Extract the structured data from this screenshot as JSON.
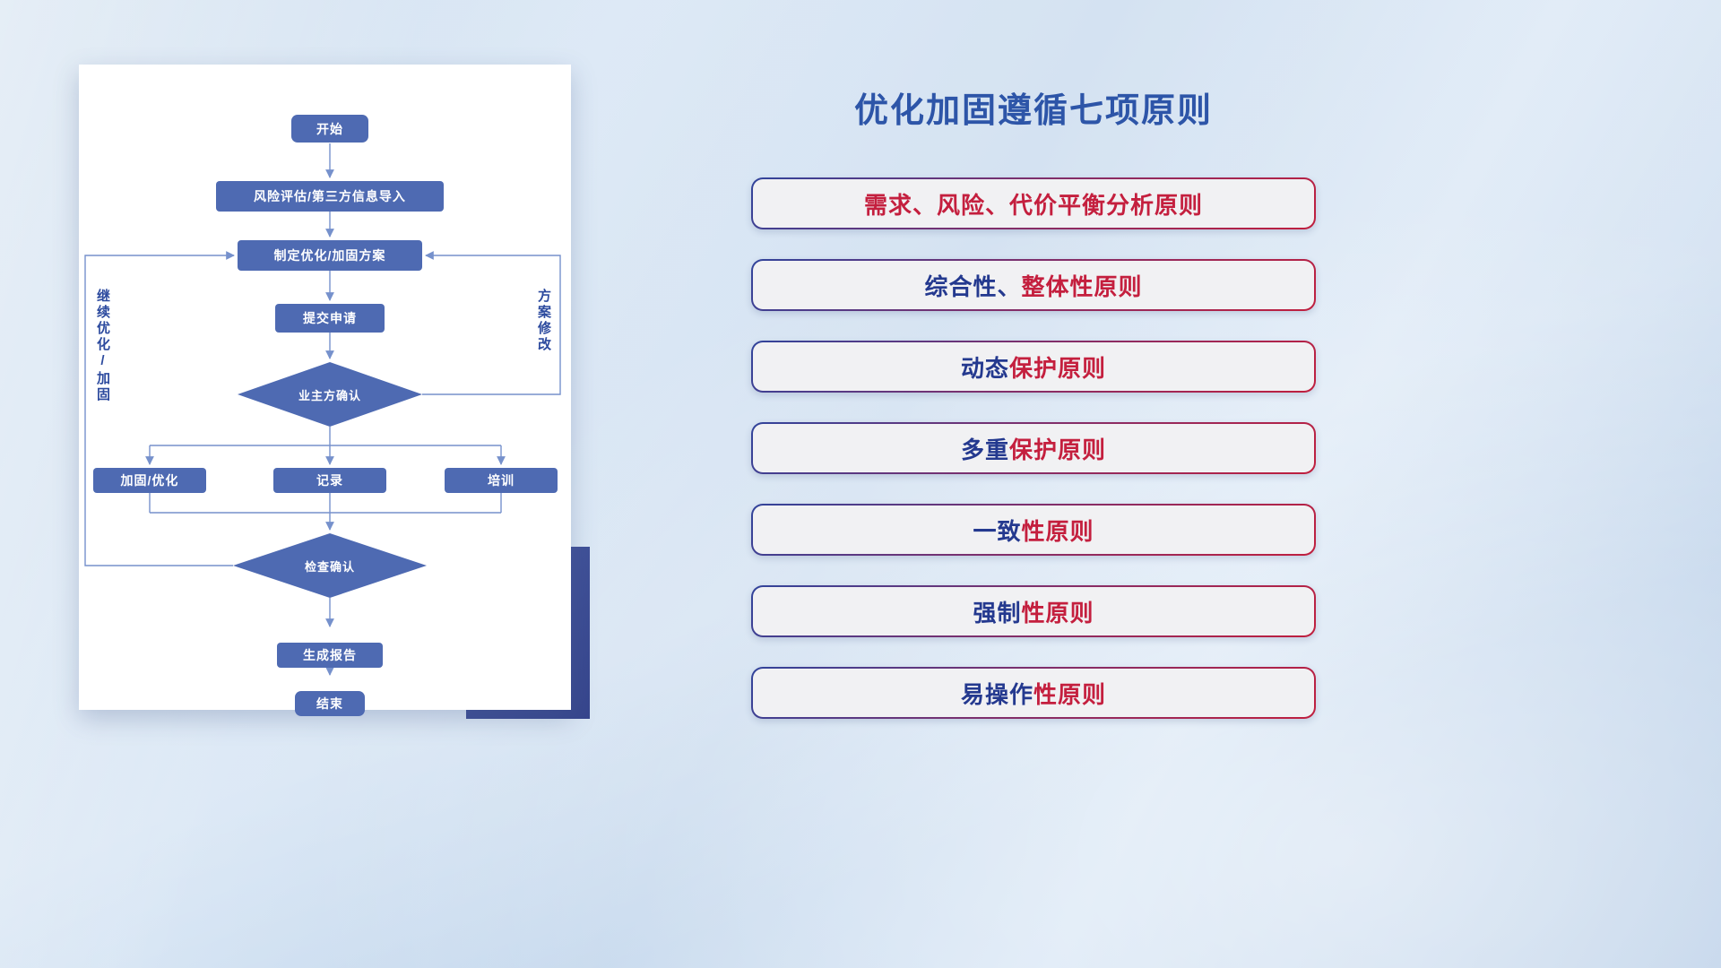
{
  "title": "优化加固遵循七项原则",
  "flowchart": {
    "nodes": {
      "start": "开始",
      "risk_import": "风险评估/第三方信息导入",
      "make_plan": "制定优化/加固方案",
      "submit": "提交申请",
      "owner_confirm": "业主方确认",
      "harden": "加固/优化",
      "record": "记录",
      "train": "培训",
      "check_confirm": "检查确认",
      "report": "生成报告",
      "end": "结束"
    },
    "loop_labels": {
      "left": "继续优化/加固",
      "right": "方案修改"
    }
  },
  "principles": [
    {
      "segments": [
        {
          "text": "需求、风险、代价平衡分析原则",
          "color": "red"
        }
      ]
    },
    {
      "segments": [
        {
          "text": "综合性、",
          "color": "blue"
        },
        {
          "text": "整体性原则",
          "color": "red"
        }
      ]
    },
    {
      "segments": [
        {
          "text": "动态",
          "color": "blue"
        },
        {
          "text": "保护原则",
          "color": "red"
        }
      ]
    },
    {
      "segments": [
        {
          "text": "多重",
          "color": "blue"
        },
        {
          "text": "保护原则",
          "color": "red"
        }
      ]
    },
    {
      "segments": [
        {
          "text": "一致",
          "color": "blue"
        },
        {
          "text": "性原则",
          "color": "red"
        }
      ]
    },
    {
      "segments": [
        {
          "text": "强制",
          "color": "blue"
        },
        {
          "text": "性原则",
          "color": "red"
        }
      ]
    },
    {
      "segments": [
        {
          "text": "易操作",
          "color": "blue"
        },
        {
          "text": "性原则",
          "color": "red"
        }
      ]
    }
  ],
  "colors": {
    "red": "#c41f3e",
    "blue": "#24398f",
    "title": "#2d55a8",
    "node_fill": "#4e6ab2",
    "line": "#7691cc",
    "label_blue": "#2c4a9e"
  }
}
